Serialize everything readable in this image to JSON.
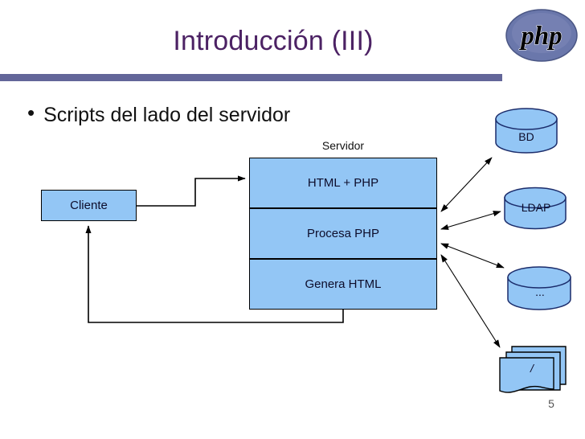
{
  "slide": {
    "title": "Introducción (III)",
    "page_number": "5",
    "accent_rule_color": "#636699",
    "title_color": "#4c2264",
    "shape_fill_color": "#93c6f5",
    "shape_stroke_color": "#000000"
  },
  "logo": {
    "name": "php-logo",
    "text": "php",
    "ellipse_fill": "#6a77ab",
    "ellipse_stroke": "#4a5684",
    "text_color": "#000000"
  },
  "bullet": {
    "marker": "•",
    "text": "Scripts del lado del servidor"
  },
  "diagram": {
    "client": {
      "label": "Cliente"
    },
    "server": {
      "caption": "Servidor",
      "layers": [
        {
          "label": "HTML + PHP"
        },
        {
          "label": "Procesa PHP"
        },
        {
          "label": "Genera HTML"
        }
      ]
    },
    "resources": [
      {
        "icon": "database-cylinder-icon",
        "label": "BD"
      },
      {
        "icon": "database-cylinder-icon",
        "label": "LDAP"
      },
      {
        "icon": "database-cylinder-icon",
        "label": "..."
      },
      {
        "icon": "multi-document-icon",
        "label": "/"
      }
    ],
    "connectors": [
      {
        "from": "client",
        "to": "server-layer-html-php",
        "style": "single-arrow-stepped"
      },
      {
        "from": "server-layer-genera-html",
        "to": "client",
        "style": "single-arrow-return"
      },
      {
        "from": "server",
        "to": "BD",
        "style": "double-arrow"
      },
      {
        "from": "server",
        "to": "LDAP",
        "style": "double-arrow"
      },
      {
        "from": "server",
        "to": "...",
        "style": "double-arrow"
      },
      {
        "from": "server",
        "to": "/",
        "style": "double-arrow"
      }
    ]
  }
}
